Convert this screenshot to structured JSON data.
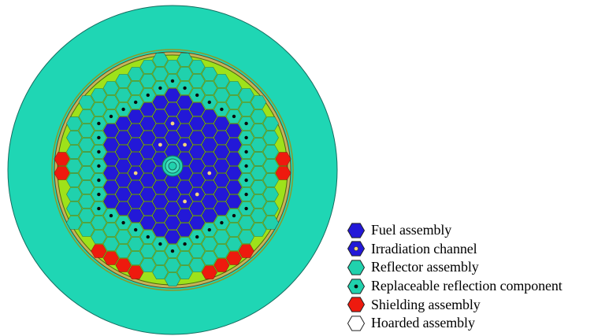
{
  "figure": {
    "description_free": true
  },
  "colors": {
    "outer_ring": "#1fd6b4",
    "fuel": "#2318d8",
    "reflector": "#20d1ad",
    "shielding": "#ee1a0e",
    "hoarded": "#ffffff",
    "green_ring": "#9ee21a",
    "dot": "#0a0a0a",
    "irradiation_dot": "#f5d57a",
    "outline": "#156d60"
  },
  "legend": [
    {
      "key": "fuel",
      "label": "Fuel assembly",
      "icon": "hexagon-fuel-icon",
      "fill": "#2318d8",
      "marker": "none"
    },
    {
      "key": "irradiation",
      "label": "Irradiation channel",
      "icon": "hexagon-irradiation-icon",
      "fill": "#2318d8",
      "marker": "yellow-dot"
    },
    {
      "key": "reflector",
      "label": "Reflector assembly",
      "icon": "hexagon-reflector-icon",
      "fill": "#20d1ad",
      "marker": "none"
    },
    {
      "key": "replaceable",
      "label": "Replaceable reflection component",
      "icon": "hexagon-replaceable-icon",
      "fill": "#20d1ad",
      "marker": "black-dot"
    },
    {
      "key": "shielding",
      "label": "Shielding assembly",
      "icon": "hexagon-shielding-icon",
      "fill": "#ee1a0e",
      "marker": "none"
    },
    {
      "key": "hoarded",
      "label": "Hoarded assembly",
      "icon": "hexagon-hoarded-icon",
      "fill": "#ffffff",
      "marker": "none"
    }
  ]
}
